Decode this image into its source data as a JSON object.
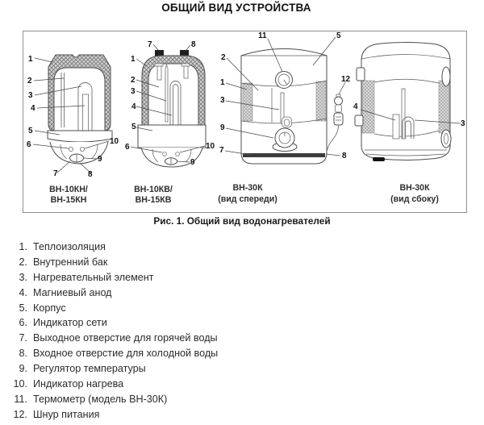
{
  "page": {
    "title": "ОБЩИЙ ВИД УСТРОЙСТВА",
    "figure_caption": "Рис. 1. Общий вид водонагревателей"
  },
  "figures": [
    {
      "caption_line1": "ВН-10КН/",
      "caption_line2": "ВН-15КН",
      "labels": [
        "1",
        "2",
        "3",
        "4",
        "5",
        "6",
        "10",
        "9",
        "7",
        "8"
      ]
    },
    {
      "caption_line1": "ВН-10КВ/",
      "caption_line2": "ВН-15КВ",
      "labels": [
        "7",
        "8",
        "1",
        "2",
        "3",
        "4",
        "5",
        "6",
        "10",
        "9"
      ]
    },
    {
      "caption_line1": "ВН-30К",
      "caption_line2": "(вид спереди)",
      "labels": [
        "11",
        "5",
        "2",
        "1",
        "3",
        "12",
        "9",
        "7",
        "8"
      ]
    },
    {
      "caption_line1": "ВН-30К",
      "caption_line2": "(вид сбоку)",
      "labels": [
        "4",
        "3"
      ]
    }
  ],
  "parts": [
    {
      "num": "1.",
      "name": "Теплоизоляция"
    },
    {
      "num": "2.",
      "name": "Внутренний бак"
    },
    {
      "num": "3.",
      "name": "Нагревательный элемент"
    },
    {
      "num": "4.",
      "name": "Магниевый анод"
    },
    {
      "num": "5.",
      "name": "Корпус"
    },
    {
      "num": "6.",
      "name": "Индикатор сети"
    },
    {
      "num": "7.",
      "name": "Выходное отверстие для горячей воды"
    },
    {
      "num": "8.",
      "name": "Входное отверстие для холодной воды"
    },
    {
      "num": "9.",
      "name": "Регулятор температуры"
    },
    {
      "num": "10.",
      "name": "Индикатор нагрева"
    },
    {
      "num": "11.",
      "name": "Термометр (модель ВН-30К)"
    },
    {
      "num": "12.",
      "name": "Шнур питания"
    }
  ]
}
